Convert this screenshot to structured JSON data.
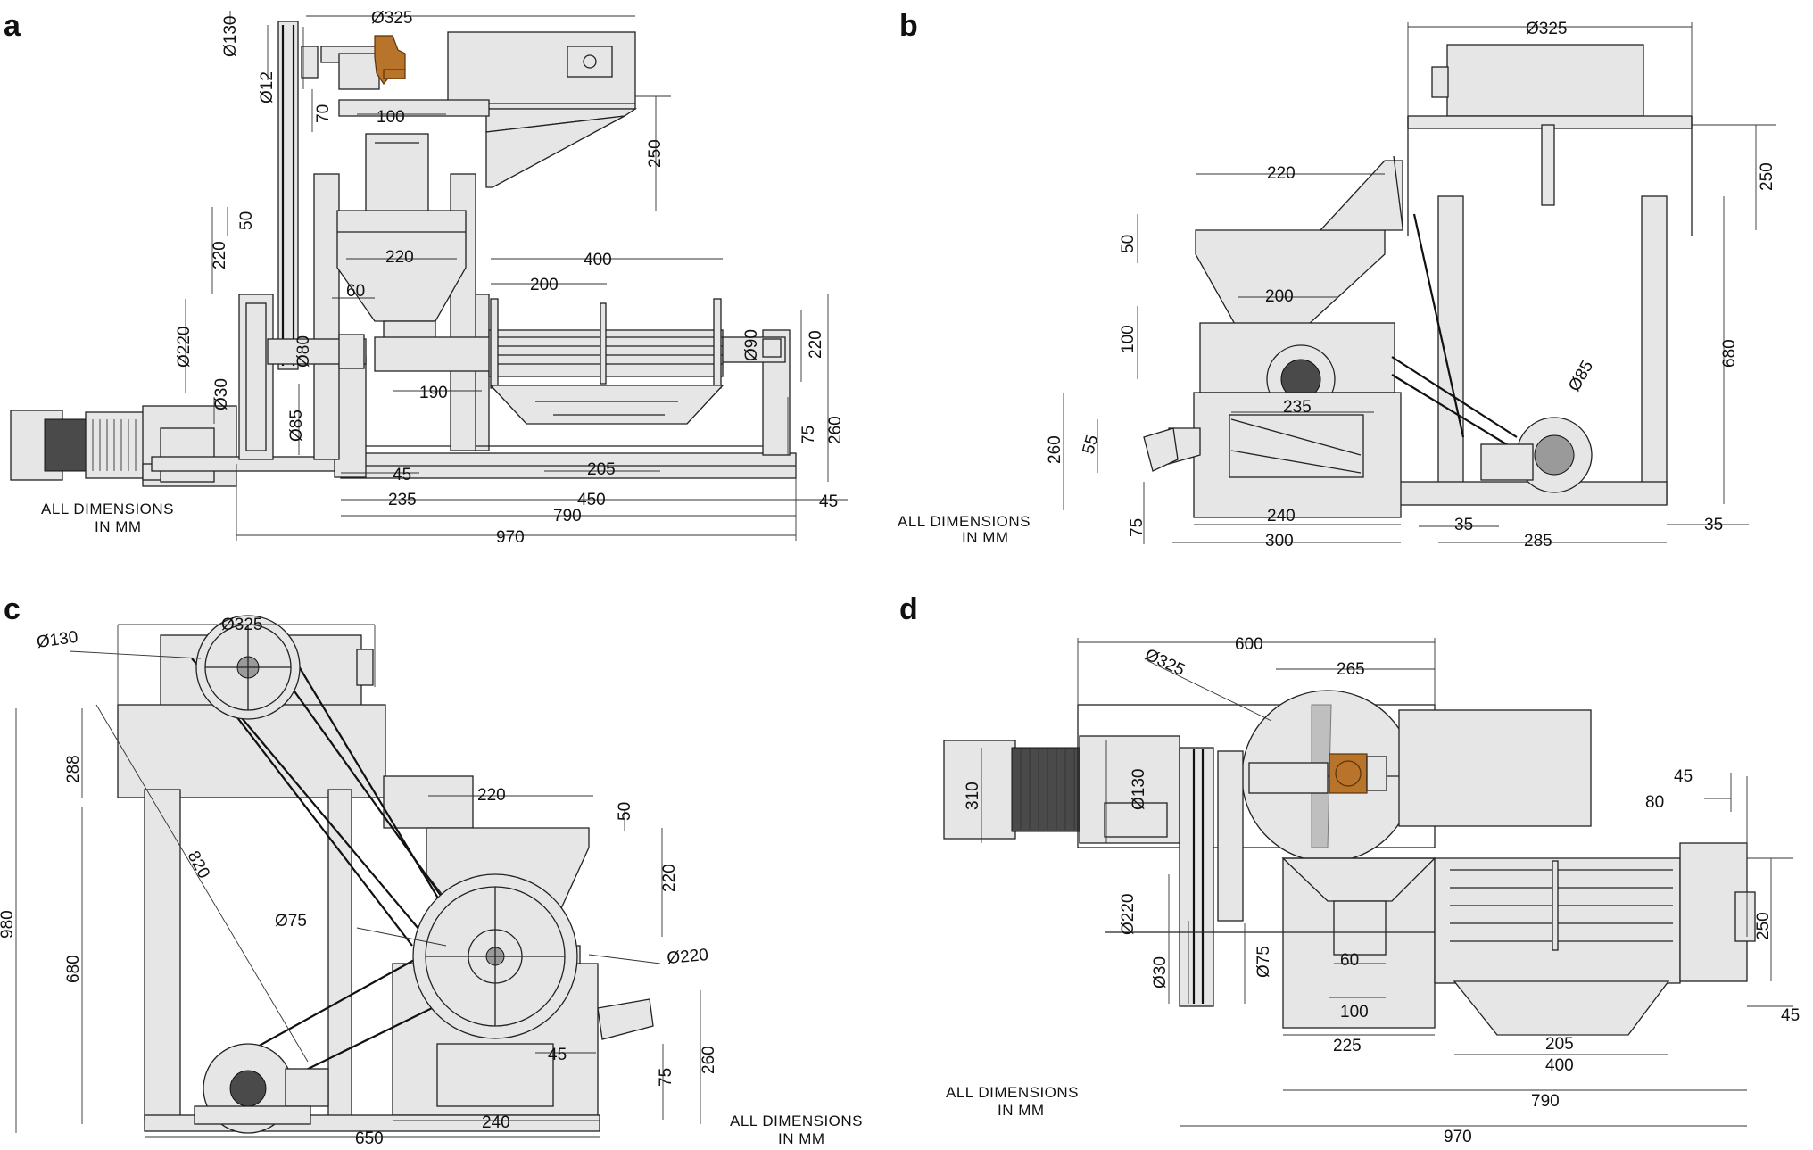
{
  "panels": {
    "a": {
      "label": "a",
      "note_line1": "ALL DIMENSIONS",
      "note_line2": "IN MM",
      "dims": [
        "Ø325",
        "Ø130",
        "Ø12",
        "70",
        "100",
        "250",
        "50",
        "220",
        "220",
        "400",
        "200",
        "60",
        "Ø220",
        "Ø80",
        "Ø90",
        "220",
        "Ø30",
        "190",
        "Ø85",
        "75",
        "260",
        "45",
        "205",
        "235",
        "450",
        "45",
        "790",
        "970"
      ]
    },
    "b": {
      "label": "b",
      "note_line1": "ALL DIMENSIONS",
      "note_line2": "IN MM",
      "dims": [
        "Ø325",
        "250",
        "220",
        "50",
        "680",
        "200",
        "100",
        "Ø85",
        "235",
        "260",
        "55",
        "240",
        "75",
        "300",
        "35",
        "285",
        "35"
      ]
    },
    "c": {
      "label": "c",
      "note_line1": "ALL DIMENSIONS",
      "note_line2": "IN MM",
      "dims": [
        "Ø325",
        "Ø130",
        "288",
        "220",
        "50",
        "980",
        "680",
        "820",
        "Ø75",
        "Ø220",
        "220",
        "260",
        "45",
        "75",
        "650",
        "240"
      ]
    },
    "d": {
      "label": "d",
      "note_line1": "ALL DIMENSIONS",
      "note_line2": "IN MM",
      "dims": [
        "600",
        "Ø325",
        "265",
        "310",
        "Ø130",
        "45",
        "80",
        "Ø220",
        "250",
        "Ø75",
        "60",
        "Ø30",
        "100",
        "45",
        "225",
        "205",
        "400",
        "790",
        "970"
      ]
    }
  }
}
